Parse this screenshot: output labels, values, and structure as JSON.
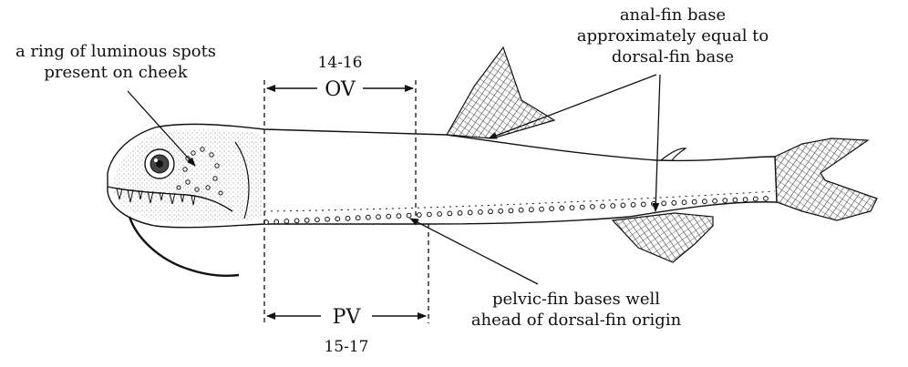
{
  "labels": {
    "cheek_line1": "a ring of luminous spots",
    "cheek_line2": "present on cheek",
    "anal_line1": "anal-fin base",
    "anal_line2": "approximately equal to",
    "anal_line3": "dorsal-fin base",
    "pelvic_line1": "pelvic-fin bases well",
    "pelvic_line2": "ahead of dorsal-fin origin",
    "ov_label": "OV",
    "ov_count": "14-16",
    "pv_label": "PV",
    "pv_count": "15-17"
  }
}
